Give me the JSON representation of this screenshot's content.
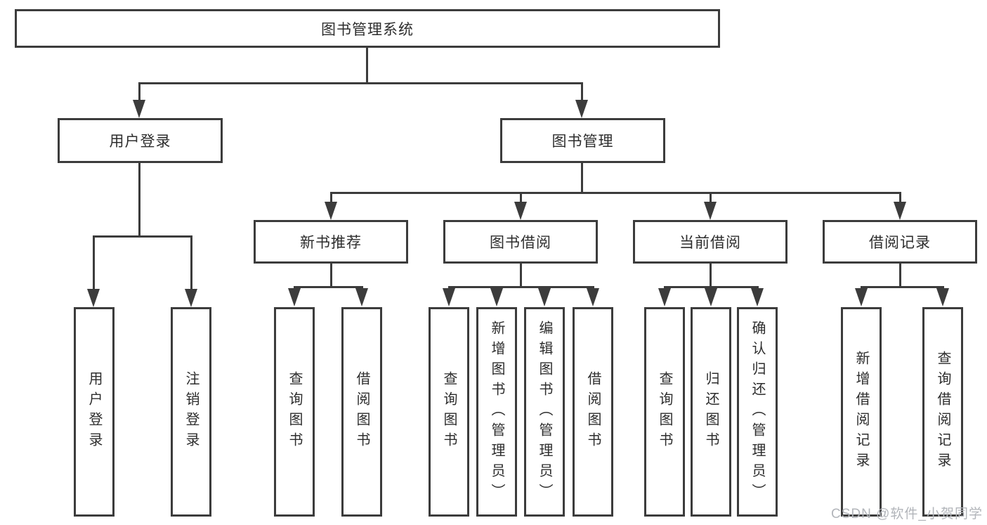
{
  "diagram": {
    "title": "图书管理系统",
    "branches": {
      "user_login": {
        "label": "用户登录",
        "children": [
          "用户登录",
          "注销登录"
        ]
      },
      "book_mgmt": {
        "label": "图书管理",
        "children": [
          {
            "label": "新书推荐",
            "children": [
              "查询图书",
              "借阅图书"
            ]
          },
          {
            "label": "图书借阅",
            "children": [
              "查询图书",
              "新增图书（管理员）",
              "编辑图书（管理员）",
              "借阅图书"
            ]
          },
          {
            "label": "当前借阅",
            "children": [
              "查询图书",
              "归还图书",
              "确认归还（管理员）"
            ]
          },
          {
            "label": "借阅记录",
            "children": [
              "新增借阅记录",
              "查询借阅记录"
            ]
          }
        ]
      }
    }
  },
  "watermark": "CSDN @软件_小贺同学",
  "colors": {
    "line": "#3c3c3c",
    "text": "#2d2d2d",
    "watermark": "#b2b5ba",
    "background": "#ffffff"
  }
}
